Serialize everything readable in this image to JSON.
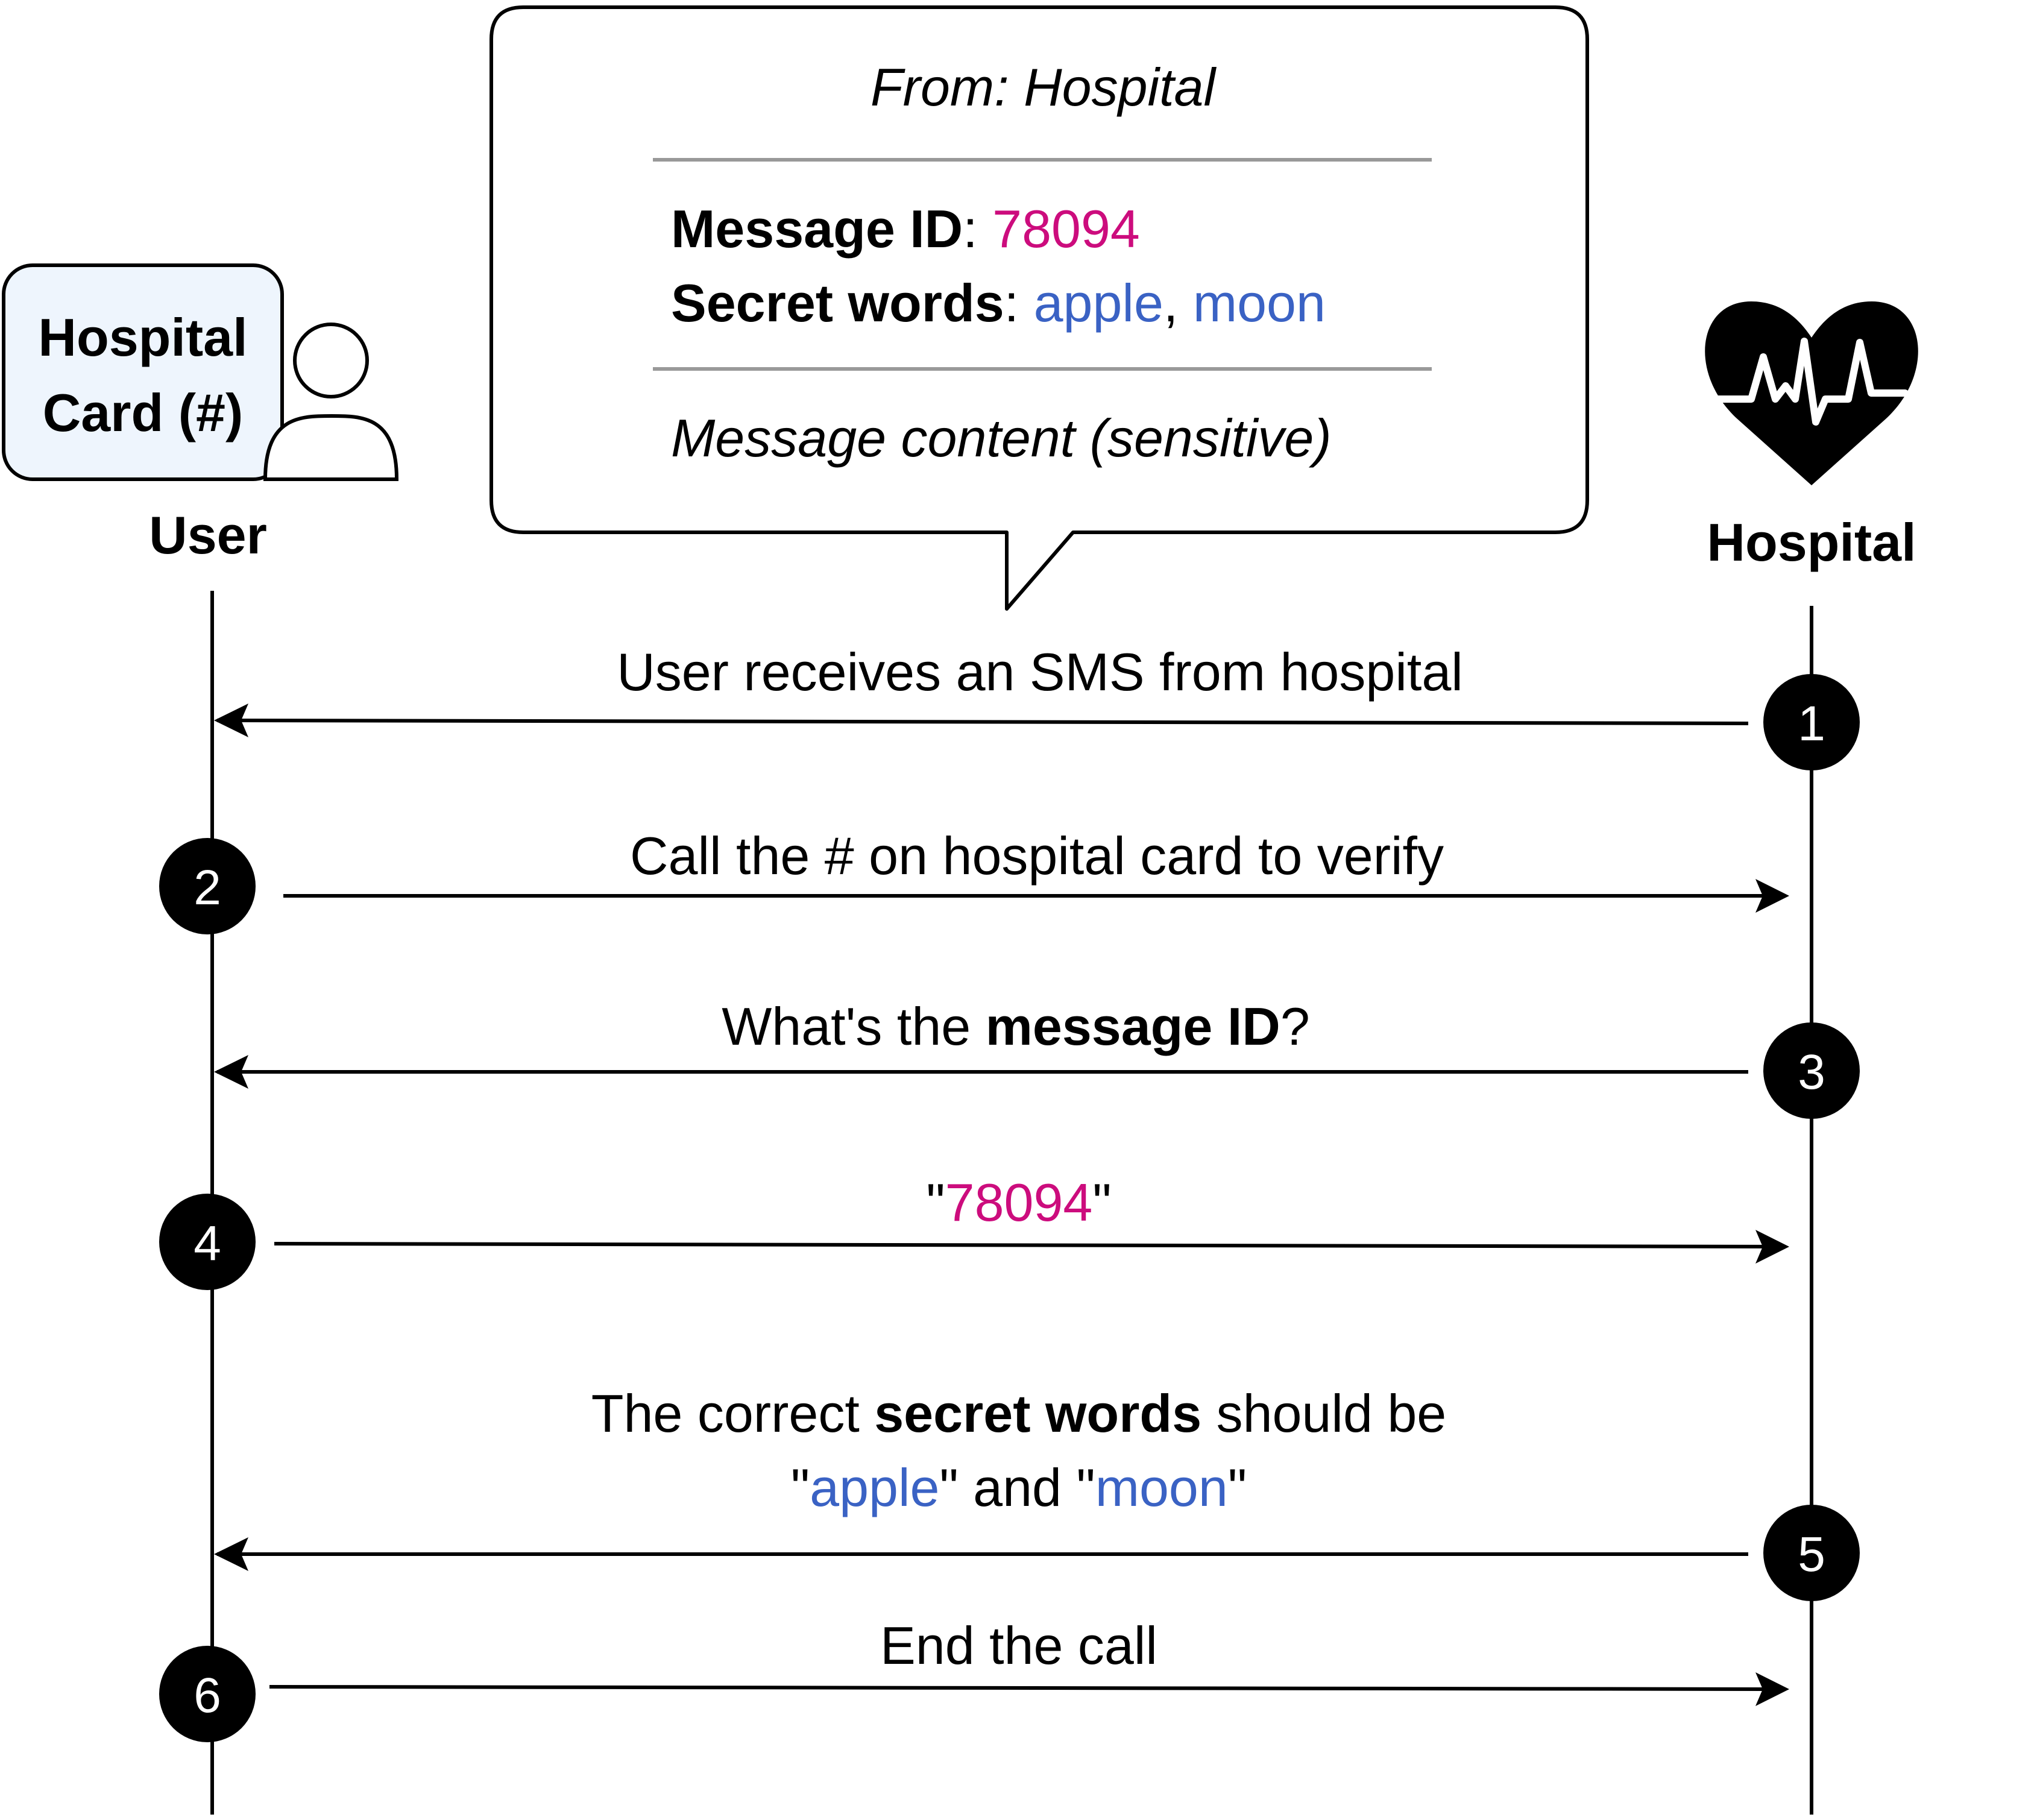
{
  "colors": {
    "id": "#cc0c7d",
    "words": "#3a62c4",
    "stroke": "#000000",
    "rule": "#999999"
  },
  "user": {
    "card_line1": "Hospital",
    "card_line2": "Card (#)",
    "label": "User",
    "icon": "person-icon"
  },
  "hospital": {
    "label": "Hospital",
    "icon": "heart-pulse-icon"
  },
  "sms": {
    "from": "From: Hospital",
    "id_label": "Message ID",
    "colon": ": ",
    "id_value": "78094",
    "words_label": "Secret words",
    "word1": "apple",
    "comma": ", ",
    "word2": "moon",
    "content": "Message content (sensitive)"
  },
  "steps": [
    {
      "number": "1",
      "text": "User receives an SMS from hospital"
    },
    {
      "number": "2",
      "text": "Call the # on hospital card to verify"
    },
    {
      "number": "3",
      "pre": "What's the ",
      "bold": "message ID",
      "post": "?"
    },
    {
      "number": "4",
      "quote_open": "\"",
      "value": "78094",
      "quote_close": "\""
    },
    {
      "number": "5",
      "pre": "The correct ",
      "bold": "secret words",
      "post": " should be",
      "q1": "\"",
      "w1": "apple",
      "mid": "\" and \"",
      "w2": "moon",
      "q2": "\""
    },
    {
      "number": "6",
      "text": "End the call"
    }
  ]
}
